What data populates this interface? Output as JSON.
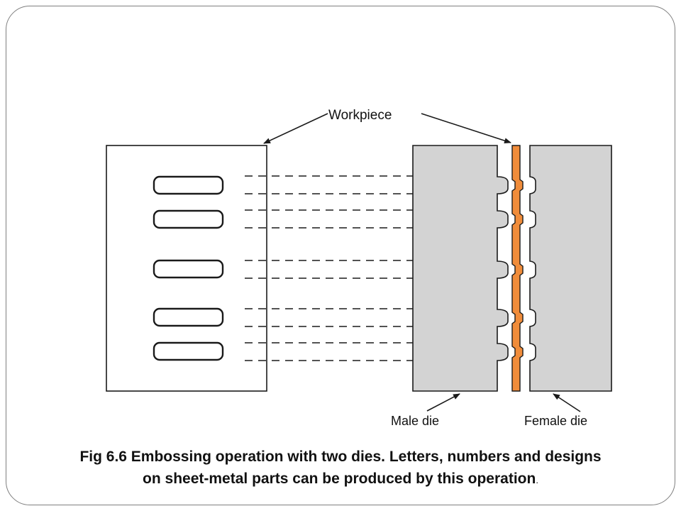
{
  "diagram": {
    "labels": {
      "workpiece": "Workpiece",
      "male_die": "Male die",
      "female_die": "Female die"
    },
    "colors": {
      "workpiece_fill": "#f08c3a",
      "die_fill": "#d3d3d3",
      "outline": "#1a1a1a",
      "background": "#ffffff"
    },
    "embossed_letters_count": 5
  },
  "caption": {
    "line1": "Fig 6.6 Embossing operation with two dies. Letters, numbers and designs",
    "line2": "on sheet-metal parts can be produced by this operation",
    "end_mark": "."
  }
}
